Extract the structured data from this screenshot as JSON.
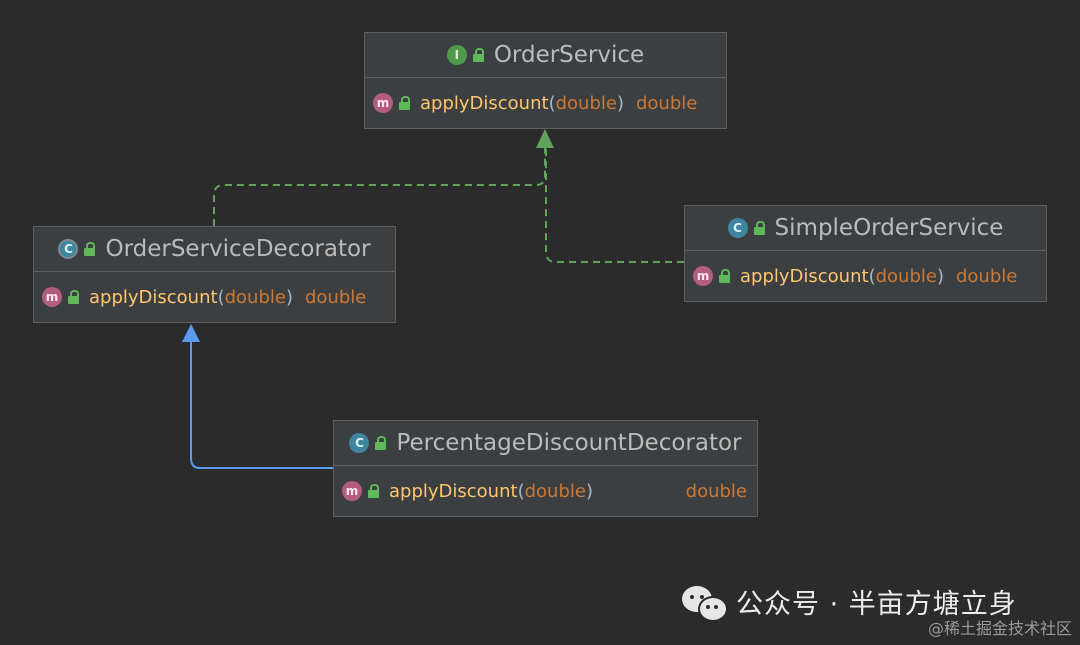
{
  "diagram": {
    "method_row": {
      "name": "applyDiscount",
      "open_paren": "(",
      "param_type": "double",
      "close_paren": ")",
      "return_type": "double"
    },
    "nodes": {
      "order_service": {
        "title": "OrderService",
        "kind_icon": "I"
      },
      "decorator": {
        "title": "OrderServiceDecorator",
        "kind_icon": "C"
      },
      "simple_service": {
        "title": "SimpleOrderService",
        "kind_icon": "C"
      },
      "percentage_decorator": {
        "title": "PercentageDiscountDecorator",
        "kind_icon": "C"
      }
    },
    "method_icon": "m",
    "edges": [
      {
        "from": "OrderServiceDecorator",
        "to": "OrderService",
        "style": "dashed",
        "color": "#5fa45a",
        "relation": "implements"
      },
      {
        "from": "SimpleOrderService",
        "to": "OrderService",
        "style": "dashed",
        "color": "#5fa45a",
        "relation": "implements"
      },
      {
        "from": "PercentageDiscountDecorator",
        "to": "OrderServiceDecorator",
        "style": "solid",
        "color": "#5b9bf0",
        "relation": "extends"
      }
    ]
  },
  "watermark": {
    "icon": "wechat-icon",
    "text": "公众号 · 半亩方塘立身",
    "credit": "@稀土掘金技术社区"
  }
}
